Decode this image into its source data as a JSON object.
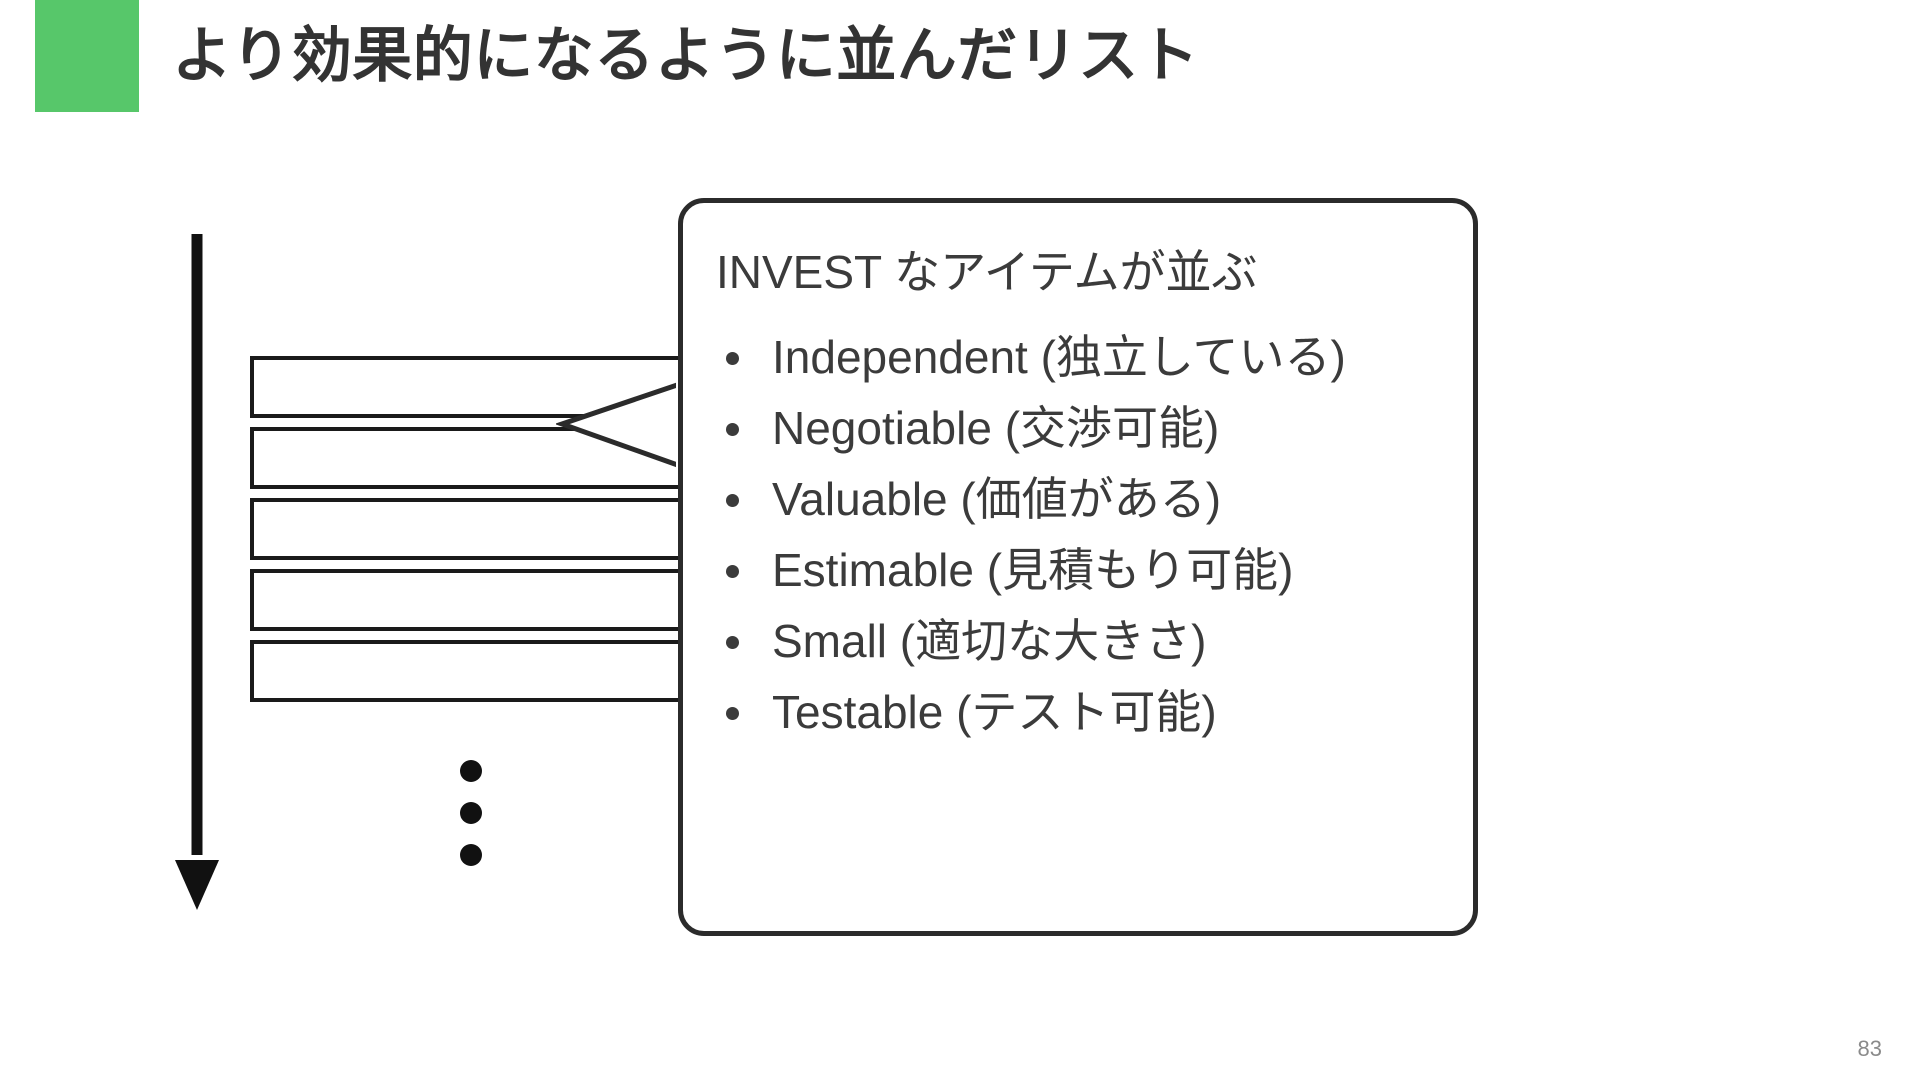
{
  "slide": {
    "title": "より効果的になるように並んだリスト",
    "number": "83",
    "accent_color": "#57c76a",
    "text_color": "#3b3b3b",
    "outline_color": "#1a1a1a",
    "background_color": "#ffffff"
  },
  "diagram": {
    "arrow": {
      "name": "downward-priority-arrow",
      "direction": "down"
    },
    "stack": {
      "card_count": 5,
      "cards": [
        {
          "label": ""
        },
        {
          "label": ""
        },
        {
          "label": ""
        },
        {
          "label": ""
        },
        {
          "label": ""
        }
      ],
      "ellipsis_dots": 3
    }
  },
  "callout": {
    "heading": "INVEST なアイテムが並ぶ",
    "items": [
      {
        "term": "Independent",
        "translation": "(独立している)",
        "text": "Independent (独立している)"
      },
      {
        "term": "Negotiable",
        "translation": "(交渉可能)",
        "text": "Negotiable (交渉可能)"
      },
      {
        "term": "Valuable",
        "translation": "(価値がある)",
        "text": "Valuable (価値がある)"
      },
      {
        "term": "Estimable",
        "translation": "(見積もり可能)",
        "text": "Estimable (見積もり可能)"
      },
      {
        "term": "Small",
        "translation": "(適切な大きさ)",
        "text": "Small (適切な大きさ)"
      },
      {
        "term": "Testable",
        "translation": "(テスト可能)",
        "text": "Testable (テスト可能)"
      }
    ]
  }
}
